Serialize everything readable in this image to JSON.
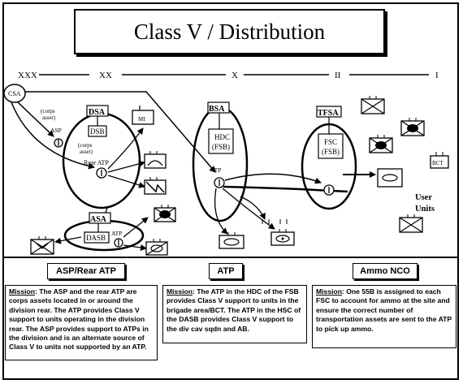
{
  "title": "Class V / Distribution",
  "echelons": [
    "XXX",
    "XX",
    "X",
    "II",
    "I"
  ],
  "nodes": {
    "csa": "CSA",
    "corps_asset_1": "(corps",
    "corps_asset_1b": "asset)",
    "asp": "ASP",
    "dsa": "DSA",
    "dsb": "DSB",
    "corps_asset_2": "(corps",
    "corps_asset_2b": "asset)",
    "rear_atp": "Rear ATP",
    "mi": "MI",
    "bsa": "BSA",
    "hdc": "HDC",
    "fsb_1": "(FSB)",
    "atp_bsa": "ATP",
    "tfsa": "TFSA",
    "fsc": "FSC",
    "fsb_2": "(FSB)",
    "bct": "BCT",
    "user_units_1": "User",
    "user_units_2": "Units",
    "asa": "ASA",
    "dasb": "DASB",
    "atp_asa": "ATP"
  },
  "panels": [
    {
      "heading": "ASP/Rear ATP",
      "mission_label": "Mission",
      "text": ":  The ASP and the rear ATP are corps assets located in or around the division rear.  The ATP provides Class V support to units operating in the division rear.  The ASP  provides support to ATPs in the division and is an alternate source of Class V to units not supported by an ATP."
    },
    {
      "heading": "ATP",
      "mission_label": "Mission",
      "text": ":  The ATP in the HDC of the FSB provides Class V support to units in the brigade area/BCT.  The ATP in the HSC of the DASB provides Class V support to the div cav sqdn and AB."
    },
    {
      "heading": "Ammo NCO",
      "mission_label": "Mission",
      "text": ":  One 55B is assigned to each FSC to account for ammo at the site and ensure the correct number of transportation assets are sent to the ATP to pick up ammo."
    }
  ]
}
